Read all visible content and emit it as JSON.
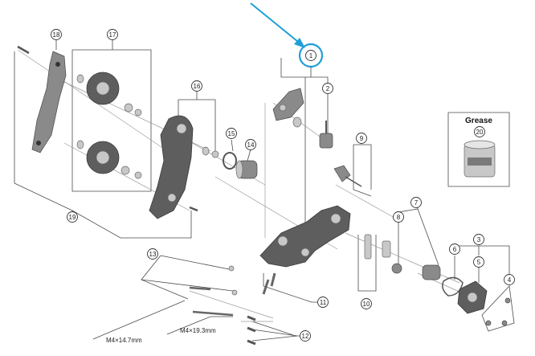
{
  "callouts": [
    "1",
    "2",
    "3",
    "4",
    "5",
    "6",
    "7",
    "8",
    "9",
    "10",
    "11",
    "12",
    "13",
    "14",
    "15",
    "16",
    "17",
    "18",
    "19",
    "20"
  ],
  "dimensions": {
    "bolt_short": "M4×14.7mm",
    "bolt_long": "M4×19.3mm"
  },
  "grease_box": {
    "title": "Grease",
    "number": "20"
  },
  "colors": {
    "highlight": "#1e9fd8",
    "part_metal": "#6a6a6a",
    "line": "#4a4a4a"
  }
}
